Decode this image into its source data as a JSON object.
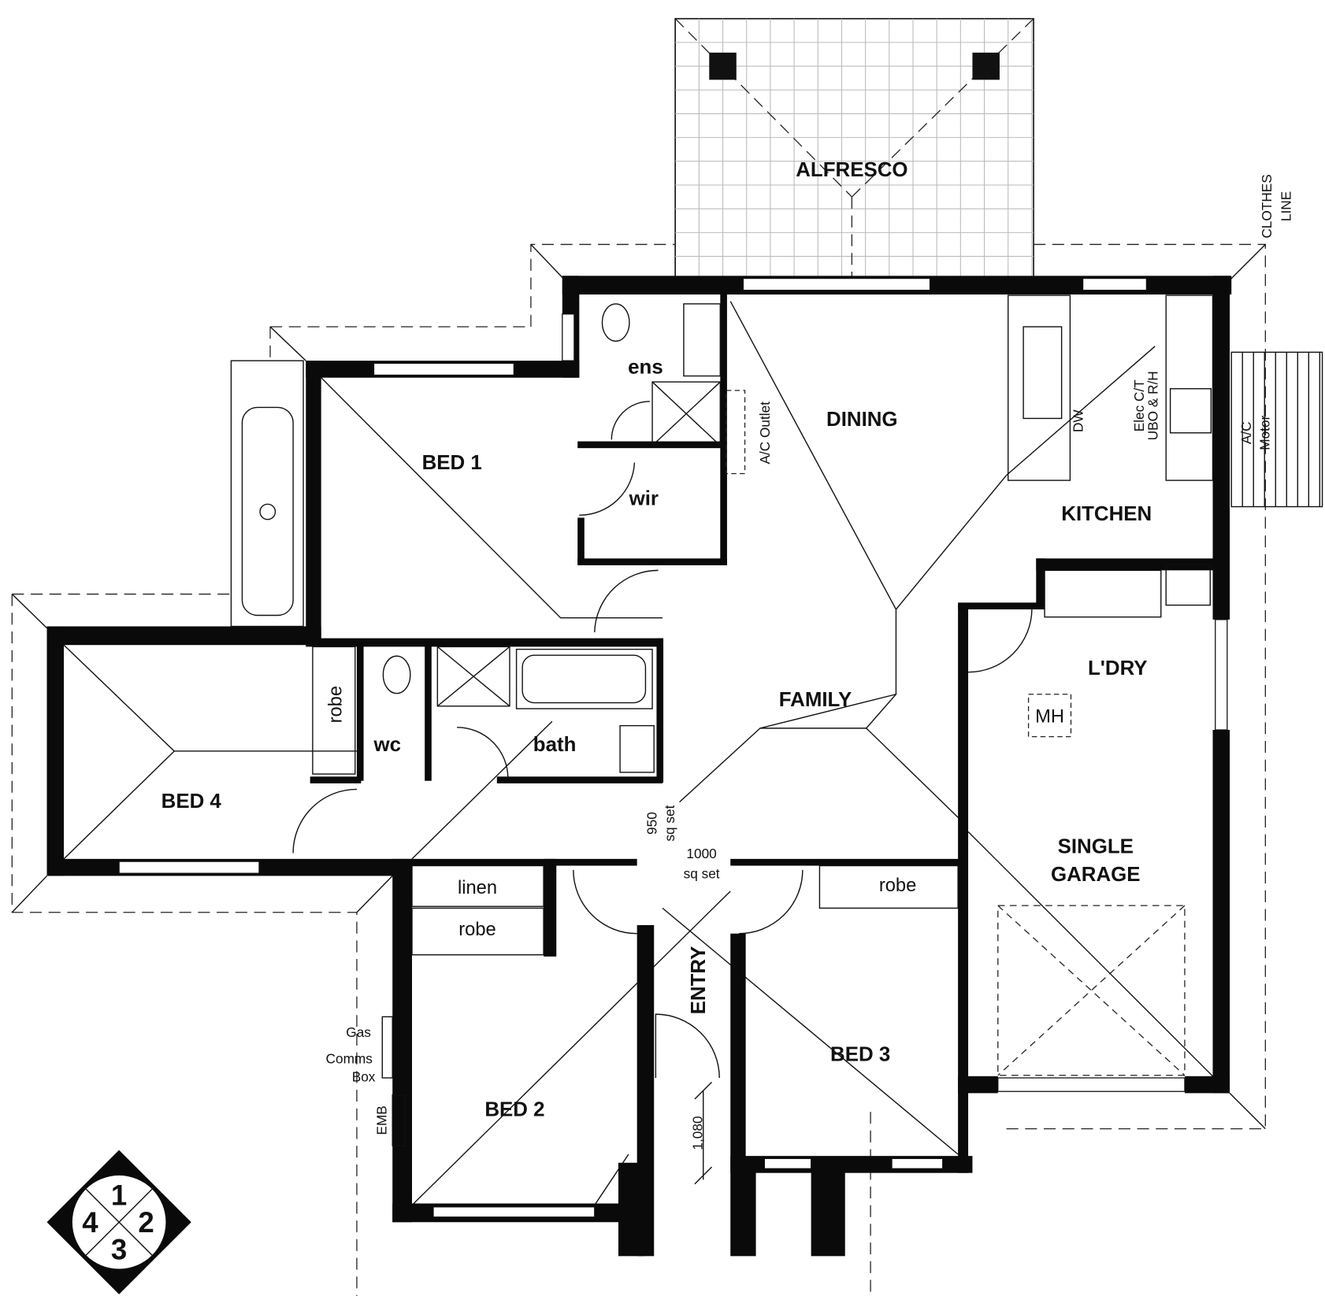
{
  "rooms": {
    "alfresco": "ALFRESCO",
    "ens": "ens",
    "dining": "DINING",
    "bed1": "BED 1",
    "wir": "wir",
    "kitchen": "KITCHEN",
    "laundry": "L'DRY",
    "family": "FAMILY",
    "bed4": "BED 4",
    "wc": "wc",
    "bath": "bath",
    "robe_bed4": "robe",
    "linen": "linen",
    "robe_bed2": "robe",
    "robe_bed3": "robe",
    "garage_line1": "SINGLE",
    "garage_line2": "GARAGE",
    "entry": "ENTRY",
    "bed3": "BED 3",
    "bed2": "BED 2"
  },
  "annotations": {
    "clothes_line_1": "CLOTHES",
    "clothes_line_2": "LINE",
    "ac_outlet": "A/C Outlet",
    "dw": "DW",
    "elec_1": "Elec C/T",
    "elec_2": "UBO & R/H",
    "ac_motor_1": "A/C",
    "ac_motor_2": "Motor",
    "mh": "MH",
    "sq950_1": "950",
    "sq950_2": "sq set",
    "sq1000_1": "1000",
    "sq1000_2": "sq set",
    "gas": "Gas",
    "comms_1": "Comms",
    "comms_2": "Box",
    "emb": "EMB",
    "dim_1080": "1,080"
  },
  "compass": {
    "q1": "1",
    "q2": "2",
    "q3": "3",
    "q4": "4"
  }
}
